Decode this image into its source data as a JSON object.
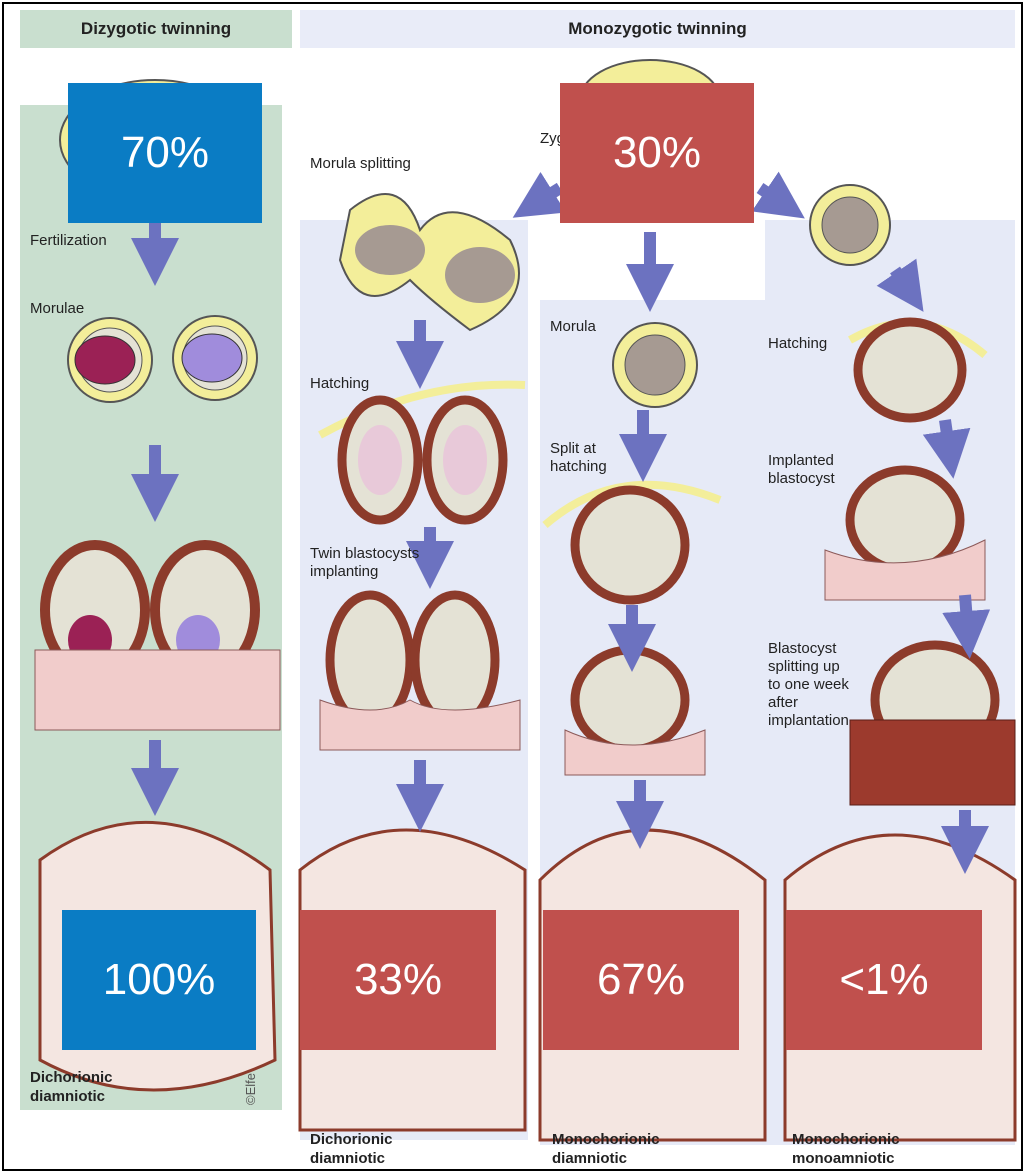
{
  "headers": {
    "dizygotic": "Dizygotic twinning",
    "monozygotic": "Monozygotic twinning"
  },
  "labels": {
    "zygote": "Zyg",
    "fertilization": "Fertilization",
    "morulae": "Morulae",
    "morula_splitting": "Morula splitting",
    "hatching_1": "Hatching",
    "twin_blastocysts": "Twin blastocysts implanting",
    "morula": "Morula",
    "split_at_hatching": "Split at hatching",
    "hatching_2": "Hatching",
    "implanted_blastocyst": "Implanted blastocyst",
    "blastocyst_splitting": "Blastocyst splitting up to one week after implantation",
    "copyright": "©Elfe"
  },
  "captions": {
    "col1": "Dichorionic diamniotic",
    "col2": "Dichorionic diamniotic",
    "col3": "Monochorionic diamniotic",
    "col4": "Monochorionic monoamniotic"
  },
  "percent_boxes": {
    "dizygotic_rate": "70%",
    "monozygotic_rate": "30%",
    "dizygotic_dichorionic": "100%",
    "mz_dichorionic": "33%",
    "mz_monochorionic_diamniotic": "67%",
    "mz_monoamniotic": "<1%"
  },
  "colors": {
    "blue_box": "#0a7cc4",
    "red_box": "#c0504d",
    "dizygotic_panel": "#c9dfcf",
    "monozygotic_panel": "#e9ecf8",
    "arrow": "#6c72c0"
  }
}
